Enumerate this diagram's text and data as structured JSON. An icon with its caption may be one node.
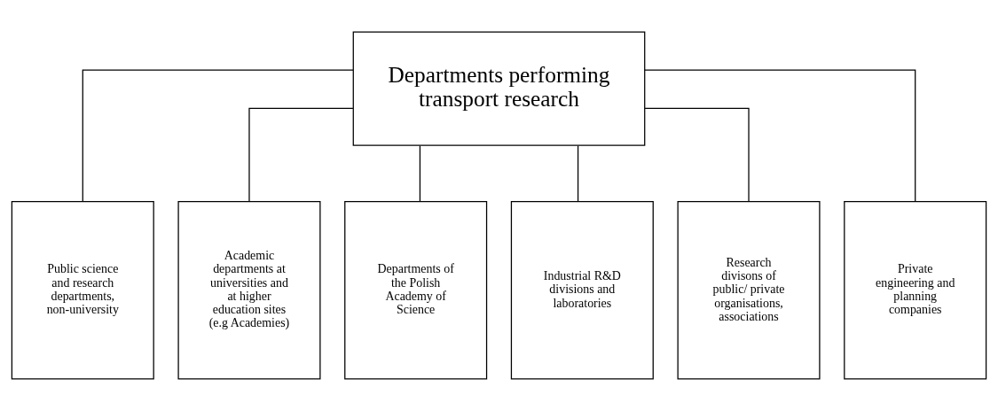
{
  "diagram": {
    "nodes": [
      {
        "text": [
          "Departments performing transport research"
        ]
      },
      {
        "text": [
          "Public science and research departments, non-university"
        ]
      },
      {
        "text": [
          "Academic departments at universities and at higher education sites (e.g Academies)"
        ]
      },
      {
        "text": [
          "Departments of the Polish Academy of Science"
        ]
      },
      {
        "text": [
          "Industrial R&D divisions and laboratories"
        ]
      },
      {
        "text": [
          "Research divisons of public/ private organisations, associations"
        ]
      },
      {
        "text": [
          "Private engineering and planning companies"
        ]
      }
    ],
    "edges": [
      {
        "from": 0,
        "to": 1,
        "arrow": "none"
      },
      {
        "from": 0,
        "to": 2,
        "arrow": "none"
      },
      {
        "from": 0,
        "to": 3,
        "arrow": "none"
      },
      {
        "from": 0,
        "to": 4,
        "arrow": "none"
      },
      {
        "from": 0,
        "to": 5,
        "arrow": "none"
      },
      {
        "from": 0,
        "to": 6,
        "arrow": "none"
      }
    ]
  }
}
